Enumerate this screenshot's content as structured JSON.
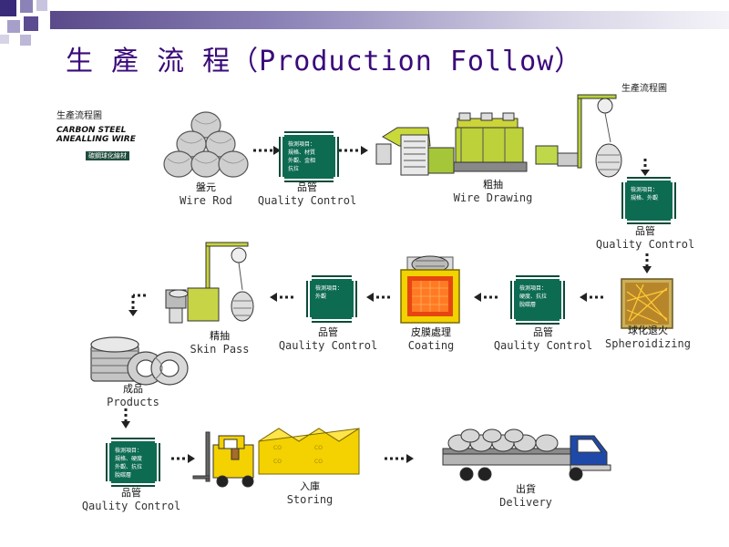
{
  "title": "生 產 流 程（Production Follow）",
  "corner_labels": {
    "left": "生產流程圖",
    "right": "生產流程圖"
  },
  "logo": {
    "line1": "CARBON STEEL",
    "line2": "ANEALLING WIRE",
    "line3": "碳鋼球化線材"
  },
  "colors": {
    "title": "#3a0a7a",
    "qc_green": "#0d6b52",
    "arrow": "#222222",
    "truck_blue": "#1f49a8",
    "forklift_yellow": "#f4d100"
  },
  "steps": {
    "wire_rod": {
      "zh": "盤元",
      "en": "Wire Rod"
    },
    "qc1": {
      "zh": "品管",
      "en": "Quality Control",
      "lines": [
        "檢測項目：",
        "規格、材質",
        "外觀、金相",
        "抗拉"
      ]
    },
    "wire_drawing": {
      "zh": "粗抽",
      "en": "Wire Drawing"
    },
    "qc2": {
      "zh": "品管",
      "en": "Quality Control",
      "lines": [
        "檢測項目：",
        "規格、外觀"
      ]
    },
    "spheroidizing": {
      "zh": "球化退火",
      "en": "Spheroidizing"
    },
    "qc3": {
      "zh": "品管",
      "en": "Qaulity Control",
      "lines": [
        "檢測項目：",
        "硬度、抗拉",
        "脫碳層"
      ]
    },
    "coating": {
      "zh": "皮膜處理",
      "en": "Coating"
    },
    "qc4": {
      "zh": "品管",
      "en": "Qaulity Control",
      "lines": [
        "檢測項目：",
        "外觀"
      ]
    },
    "skin_pass": {
      "zh": "精抽",
      "en": "Skin Pass"
    },
    "products": {
      "zh": "成品",
      "en": "Products"
    },
    "qc5": {
      "zh": "品管",
      "en": "Qaulity Control",
      "lines": [
        "檢測項目：",
        "規格、硬度",
        "外觀、抗拉",
        "脫碳層"
      ]
    },
    "storing": {
      "zh": "入庫",
      "en": "Storing"
    },
    "delivery": {
      "zh": "出貨",
      "en": "Delivery"
    }
  }
}
